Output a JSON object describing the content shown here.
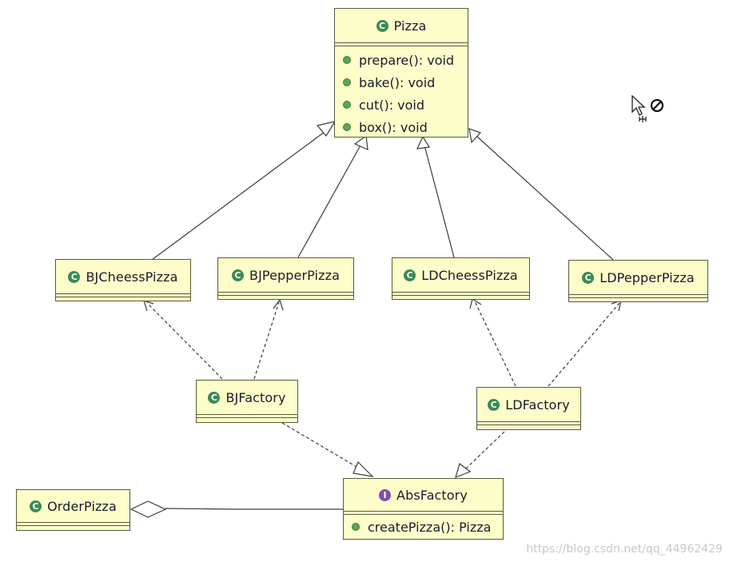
{
  "diagram": {
    "classes": {
      "pizza": {
        "name": "Pizza",
        "kind": "C",
        "methods": [
          "prepare(): void",
          "bake(): void",
          "cut(): void",
          "box(): void"
        ]
      },
      "bj_chees": {
        "name": "BJCheessPizza",
        "kind": "C"
      },
      "bj_pepper": {
        "name": "BJPepperPizza",
        "kind": "C"
      },
      "ld_chees": {
        "name": "LDCheessPizza",
        "kind": "C"
      },
      "ld_pepper": {
        "name": "LDPepperPizza",
        "kind": "C"
      },
      "bj_factory": {
        "name": "BJFactory",
        "kind": "C"
      },
      "ld_factory": {
        "name": "LDFactory",
        "kind": "C"
      },
      "abs_factory": {
        "name": "AbsFactory",
        "kind": "I",
        "methods": [
          "createPizza(): Pizza"
        ]
      },
      "order_pizza": {
        "name": "OrderPizza",
        "kind": "C"
      }
    }
  },
  "watermark": "https://blog.csdn.net/qq_44962429",
  "colors": {
    "class_fill": "#fdfdca",
    "border": "#5a5a3c",
    "class_badge": "#3a8a52",
    "interface_badge": "#7b4fb0",
    "method_dot": "#5aa65a"
  }
}
